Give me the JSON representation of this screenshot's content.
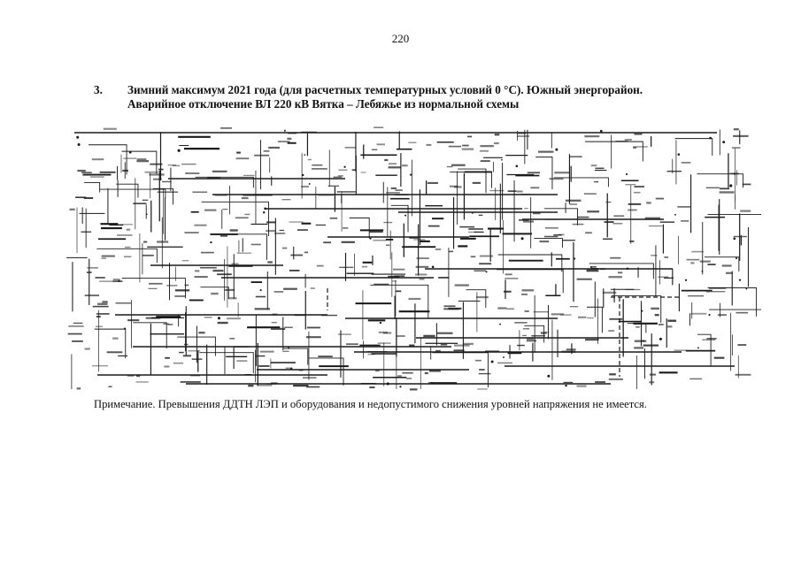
{
  "page": {
    "number": "220"
  },
  "heading": {
    "number": "3.",
    "line1": "Зимний максимум 2021 года (для расчетных температурных условий 0 °С). Южный энергорайон.",
    "line2": "Аварийное отключение ВЛ 220 кВ Вятка – Лебяжье из нормальной схемы"
  },
  "note": {
    "text": "Примечание. Превышения ДДТН ЛЭП и оборудования и недопустимого снижения уровней напряжения не имеется."
  },
  "schematic": {
    "ink_color": "#1a1a1a"
  }
}
